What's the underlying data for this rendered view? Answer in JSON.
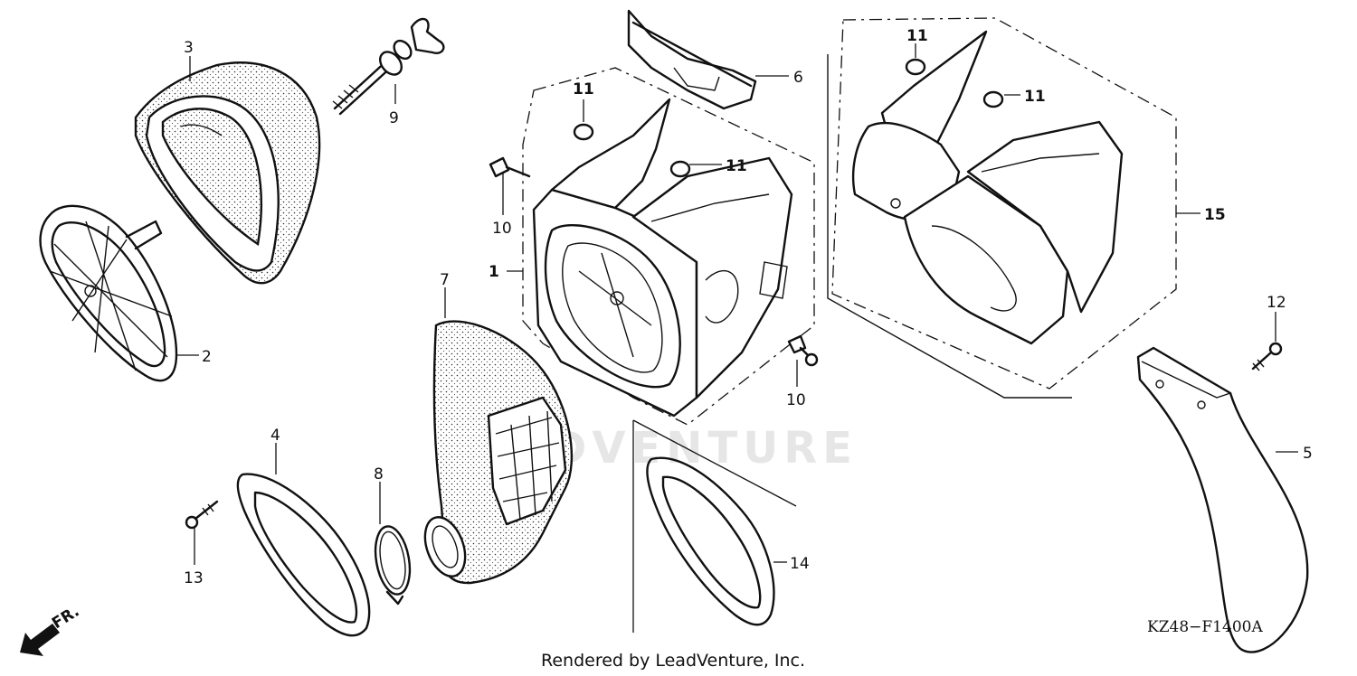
{
  "diagram": {
    "watermark": "LEADVENTURE",
    "diagram_code": "KZ48−F1400A",
    "credit": "Rendered by LeadVenture, Inc.",
    "front_indicator": "FR.",
    "callouts": {
      "p1": "1",
      "p2": "2",
      "p3": "3",
      "p4": "4",
      "p5": "5",
      "p6": "6",
      "p7": "7",
      "p8": "8",
      "p9": "9",
      "p10a": "10",
      "p10b": "10",
      "p11a": "11",
      "p11b": "11",
      "p11c": "11",
      "p11d": "11",
      "p12": "12",
      "p13": "13",
      "p14": "14",
      "p15": "15"
    },
    "parts": [
      "air-filter-element-3",
      "filter-cage-2",
      "air-cleaner-case-1",
      "connecting-tube-7",
      "gasket-4",
      "band-8",
      "gasket-14",
      "air-cleaner-case-assy-15",
      "mud-guard-5",
      "case-cover-6",
      "wing-bolt-9",
      "flange-bolt-10",
      "grommet-11",
      "tapping-screw-12",
      "tapping-screw-13"
    ]
  }
}
